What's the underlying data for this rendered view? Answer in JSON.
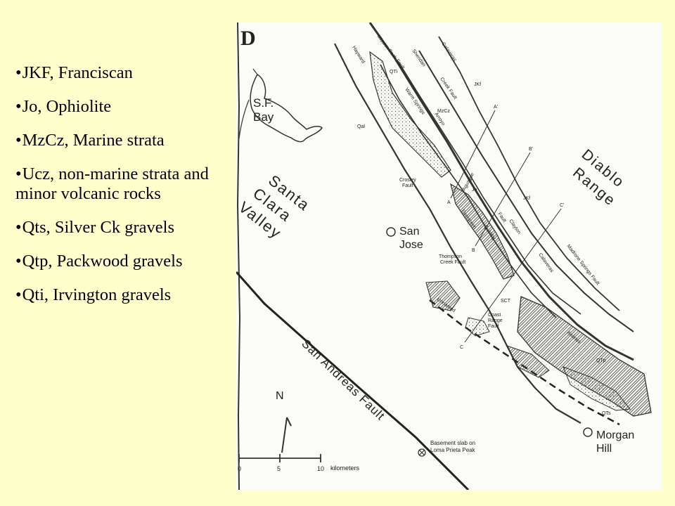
{
  "legend": {
    "bullet": "•",
    "items": [
      "JKF, Franciscan",
      "Jo, Ophiolite",
      "MzCz, Marine strata",
      "Ucz, non-marine strata and minor volcanic rocks",
      "Qts, Silver Ck gravels",
      "Qtp, Packwood gravels",
      "Qti, Irvington gravels"
    ]
  },
  "map": {
    "panel_letter": "D",
    "bay_label": [
      "S.F.",
      "Bay"
    ],
    "valley_label": [
      "Santa",
      "Clara",
      "Valley"
    ],
    "range_label": [
      "Diablo",
      "Range"
    ],
    "san_andreas_label": "San Andreas Fault",
    "city_san_jose": [
      "San",
      "Jose"
    ],
    "city_morgan_hill": [
      "Morgan",
      "Hill"
    ],
    "north_label": "N",
    "basement_label": [
      "Basement slab on",
      "Loma Prieta Peak"
    ],
    "scale_ticks": [
      "0",
      "5",
      "10"
    ],
    "scale_unit": "kilometers",
    "fault_labels": {
      "hayward": "Hayward",
      "mission_peak": "Mission Peak Fault",
      "sheridan": "Sheridan",
      "calaveras_top": "Calaveras",
      "warm_springs": "Warm Springs",
      "arroyo": "Arroyo",
      "creek_fault": "Creek Fault",
      "crosley": [
        "Crosley",
        "Fault"
      ],
      "aguague": "Aguague",
      "evergreen": "Evergreen",
      "quimby": "Quimby",
      "clayton": "Clayton",
      "fault_generic": "Fault",
      "thompson": [
        "Thompson",
        "Creek Fault"
      ],
      "calaveras_mid": "Calaveras",
      "madrone": "Madrone Springs Fault",
      "unnamed": "Unnamed",
      "coast_range": [
        "Coast",
        "Range",
        "Fault"
      ],
      "animas": "Animas",
      "sct": "SCT"
    },
    "unit_labels": {
      "qal": "Qal",
      "mzcz": "MzCz",
      "jkf": "JKf",
      "jkf_upper": "JKf",
      "jo": "Jo",
      "qti": "QTi",
      "qts": "QTs",
      "qtp": "QTp"
    },
    "section_labels": {
      "a": "A",
      "a_prime": "A'",
      "b": "B",
      "b_prime": "B'",
      "c": "C",
      "c_prime": "C'"
    }
  }
}
